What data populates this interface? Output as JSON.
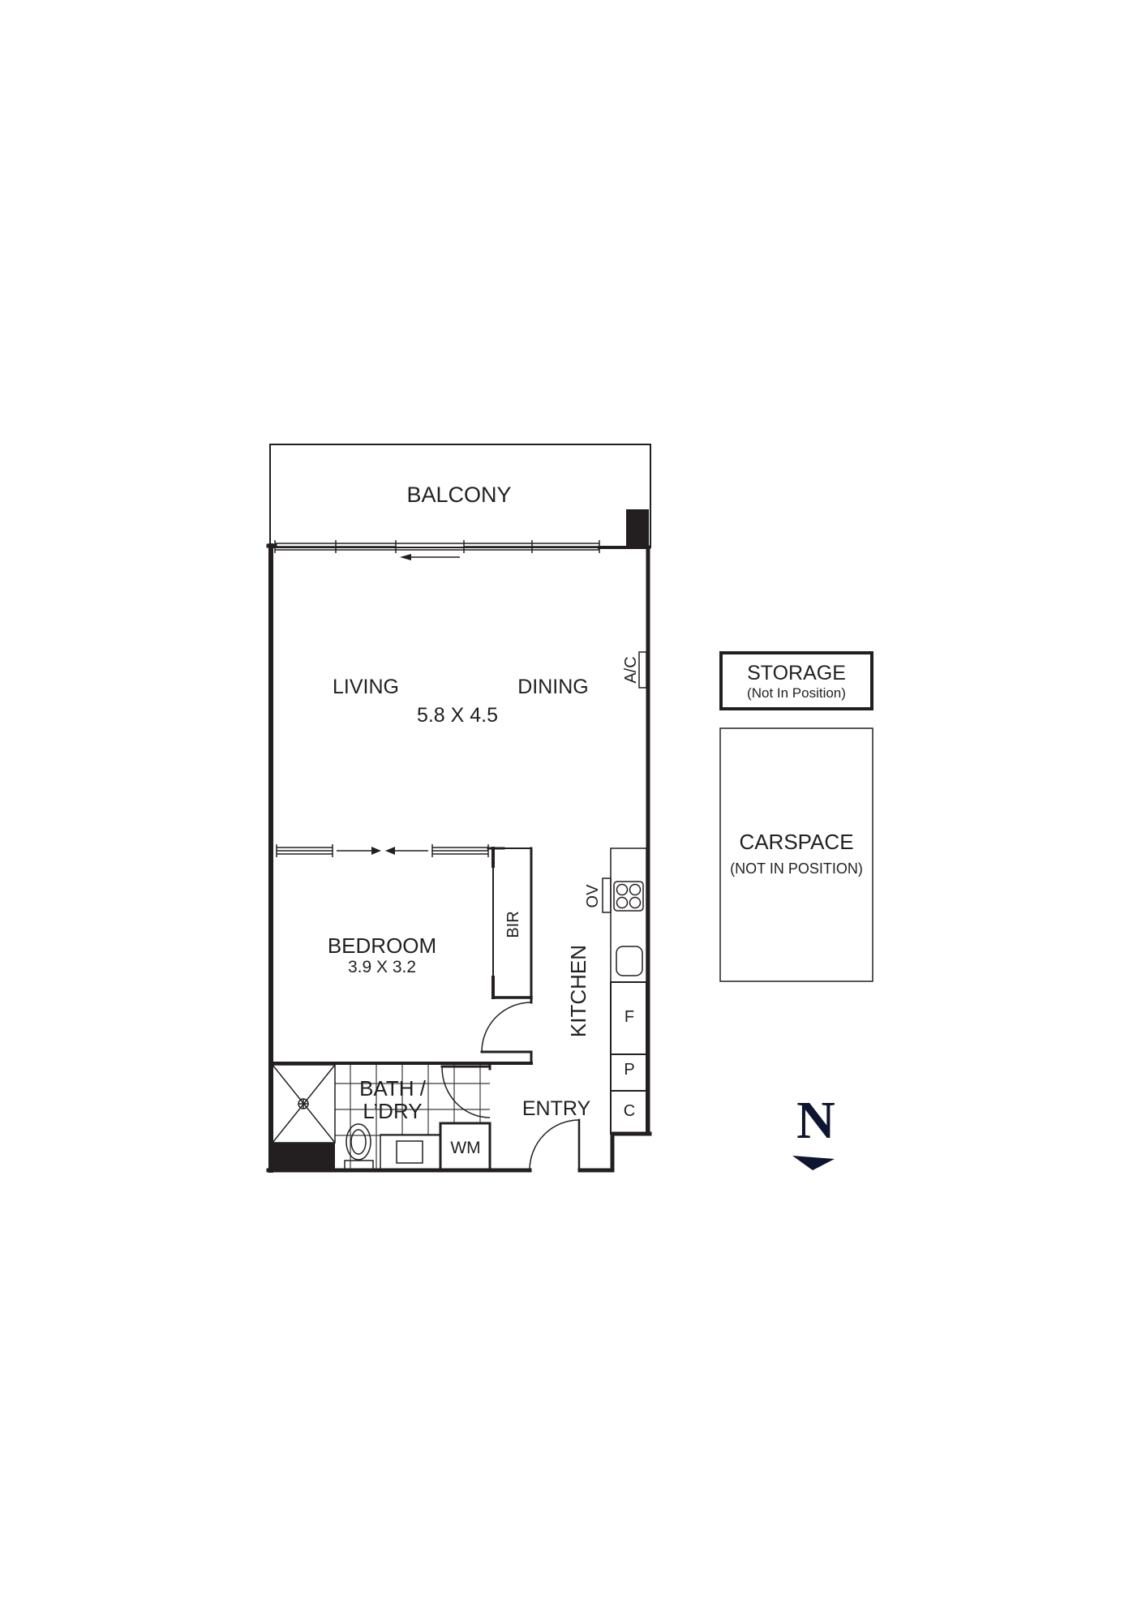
{
  "floorplan": {
    "rooms": {
      "balcony": {
        "label": "BALCONY"
      },
      "living": {
        "label": "LIVING"
      },
      "dining": {
        "label": "DINING"
      },
      "living_dining_dimensions": "5.8 X 4.5",
      "bedroom": {
        "label": "BEDROOM",
        "dimensions": "3.9 X 3.2"
      },
      "built_in_robe": {
        "label": "BIR"
      },
      "kitchen": {
        "label": "KITCHEN"
      },
      "bath_laundry": {
        "line1": "BATH /",
        "line2": "L’DRY"
      },
      "entry": {
        "label": "ENTRY"
      }
    },
    "fixtures": {
      "air_conditioner": "A/C",
      "oven": "OV",
      "fridge": "F",
      "pantry": "P",
      "cupboard": "C",
      "washing_machine": "WM"
    },
    "annotations": {
      "storage": {
        "title": "STORAGE",
        "note": "(Not In Position)"
      },
      "carspace": {
        "title": "CARSPACE",
        "note": "(NOT IN POSITION)"
      }
    },
    "compass": {
      "label": "N",
      "color": "#0d1530"
    }
  },
  "colors": {
    "line": "#231f20",
    "background": "#ffffff",
    "compass": "#0d1530"
  }
}
